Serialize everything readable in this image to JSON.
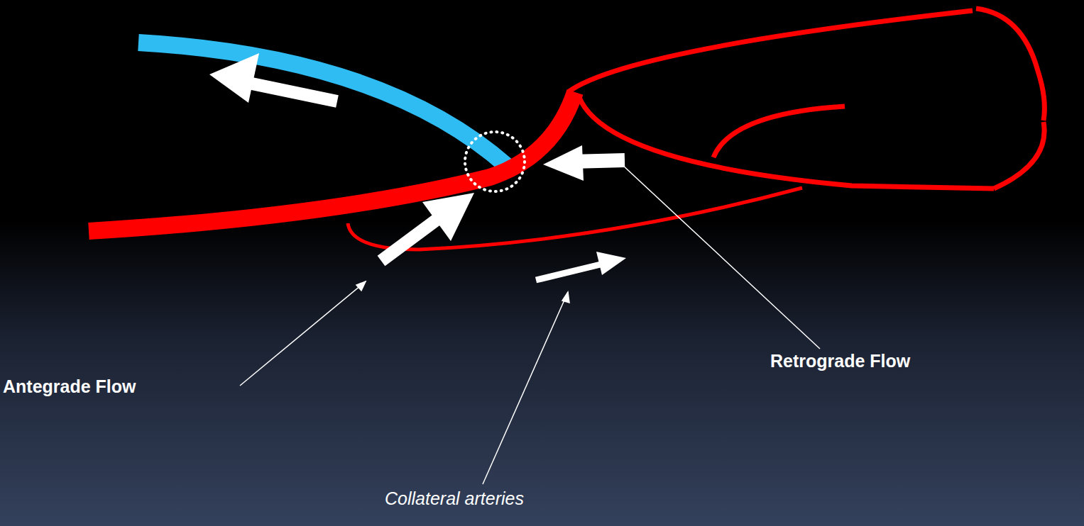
{
  "diagram": {
    "labels": [
      "Antegrade Flow",
      "Retrograde Flow",
      "Collateral arteries"
    ]
  }
}
